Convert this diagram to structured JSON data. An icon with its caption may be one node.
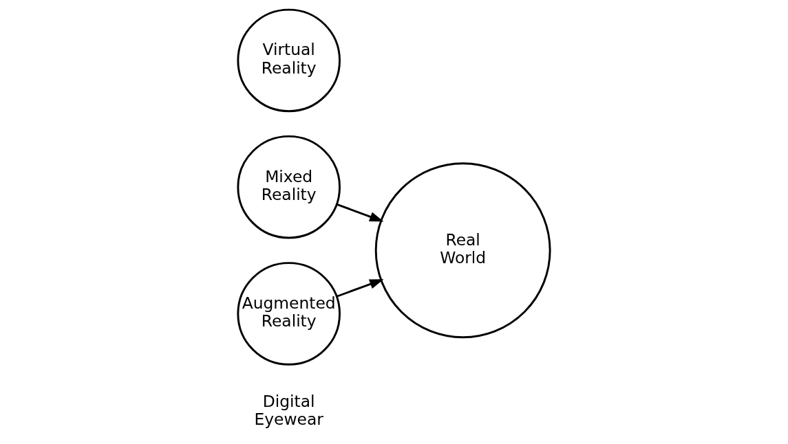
{
  "diagram": {
    "nodes": [
      {
        "text": [
          "Virtual Reality"
        ]
      },
      {
        "text": [
          "Augmented Reality"
        ]
      },
      {
        "text": [
          "Real World"
        ]
      },
      {
        "text": [
          "Mixed Reality"
        ]
      }
    ],
    "edges": [
      {
        "from": 1,
        "to": 2,
        "arrow": "to"
      },
      {
        "from": 3,
        "to": 2,
        "arrow": "to"
      }
    ],
    "labels": [
      "Digital Eyewear"
    ]
  }
}
